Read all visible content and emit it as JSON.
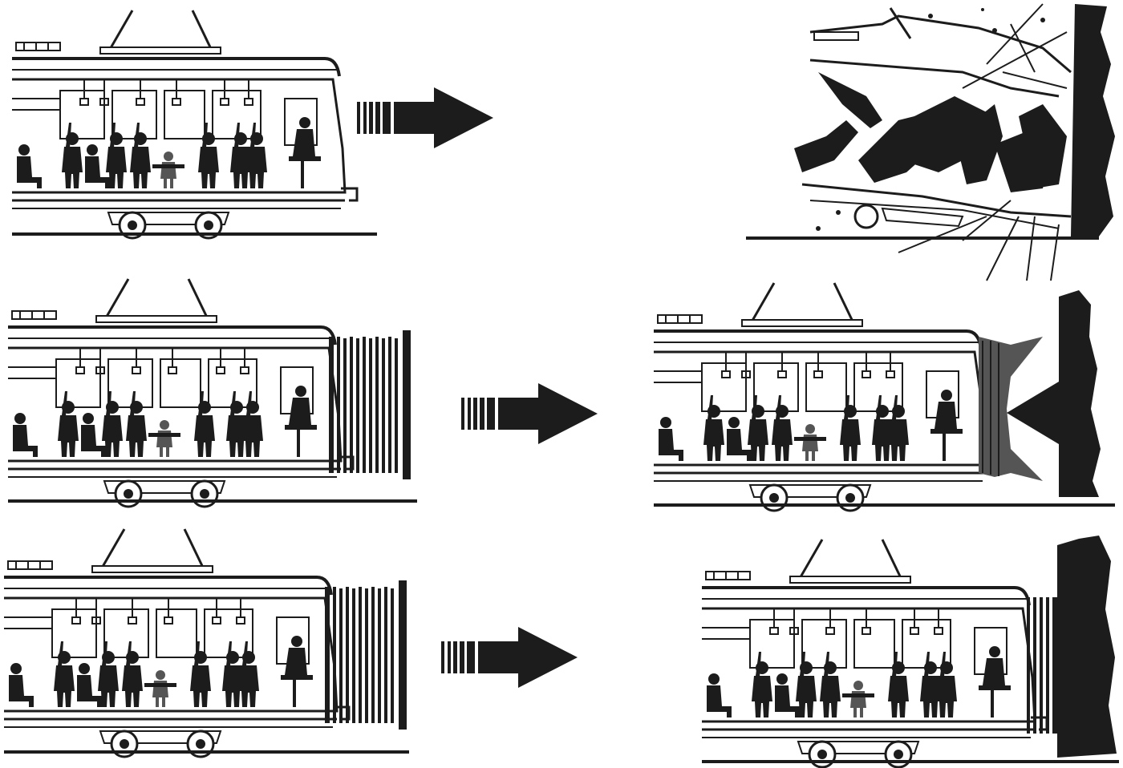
{
  "figure": {
    "rows": [
      {
        "id": "row-1",
        "buffer": "none",
        "outcome": "crash"
      },
      {
        "id": "row-2",
        "buffer": "bellows",
        "outcome": "cushioned-impact"
      },
      {
        "id": "row-3",
        "buffer": "bellows",
        "outcome": "compressed-buffer"
      }
    ],
    "colors": {
      "ink": "#1c1c1c",
      "paper": "#ffffff",
      "gray": "#555555"
    }
  }
}
